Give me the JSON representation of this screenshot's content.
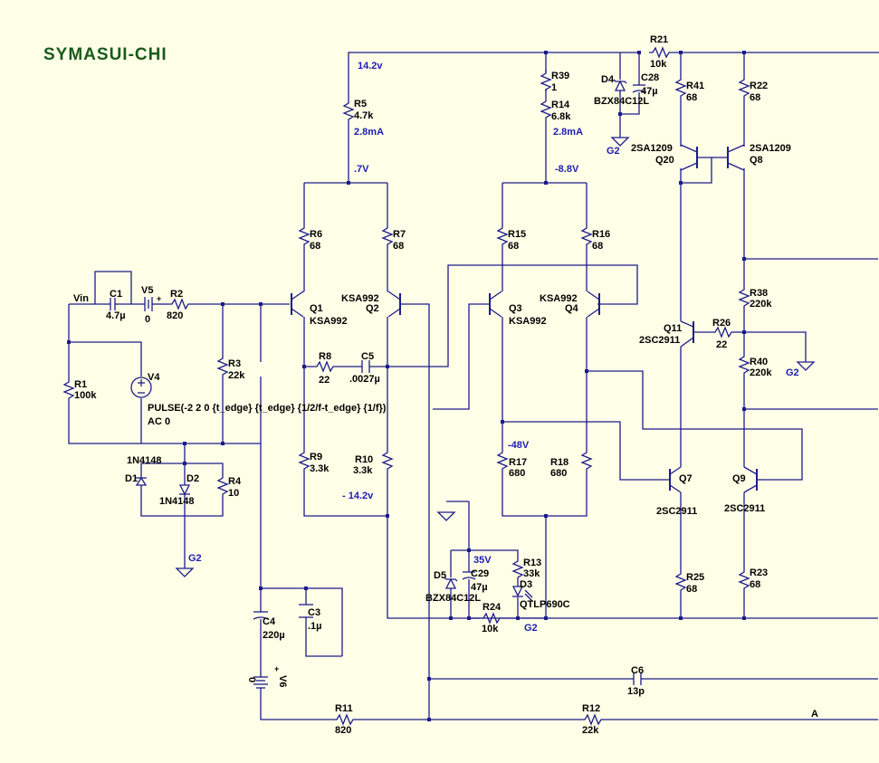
{
  "title": "SYMASUI-CHI",
  "components": {
    "V5": [
      "V5",
      "0"
    ],
    "C1": [
      "C1",
      "4.7µ"
    ],
    "R2": [
      "R2",
      "820"
    ],
    "Vin": "Vin",
    "R1": [
      "R1",
      "100k"
    ],
    "V4": [
      "V4",
      "PULSE(-2 2 0 {t_edge} {t_edge} {1/2/f-t_edge} {1/f})",
      "AC 0"
    ],
    "R3": [
      "R3",
      "22k"
    ],
    "D1": [
      "1N4148",
      "D1"
    ],
    "D2": [
      "D2",
      "1N4148"
    ],
    "R4": [
      "R4",
      "10"
    ],
    "R5": [
      "R5",
      "4.7k"
    ],
    "R6": [
      "R6",
      "68"
    ],
    "R7": [
      "R7",
      "68"
    ],
    "Q1": [
      "Q1",
      "KSA992"
    ],
    "Q2": [
      "KSA992",
      "Q2"
    ],
    "R8": [
      "R8",
      "22"
    ],
    "C5": [
      "C5",
      ".0027µ"
    ],
    "R9": [
      "R9",
      "3.3k"
    ],
    "R10": [
      "R10",
      "3.3k"
    ],
    "R39": [
      "R39",
      "1"
    ],
    "R14": [
      "R14",
      "6.8k"
    ],
    "R15": [
      "R15",
      "68"
    ],
    "R16": [
      "R16",
      "68"
    ],
    "Q3": [
      "Q3",
      "KSA992"
    ],
    "Q4": [
      "KSA992",
      "Q4"
    ],
    "R17": [
      "R17",
      "680"
    ],
    "R18": [
      "R18",
      "680"
    ],
    "D4": [
      "D4",
      "BZX84C12L"
    ],
    "C28": [
      "C28",
      "47µ"
    ],
    "R21": [
      "R21",
      "10k"
    ],
    "R41": [
      "R41",
      "68"
    ],
    "R22": [
      "R22",
      "68"
    ],
    "Q20": [
      "2SA1209",
      "Q20"
    ],
    "Q8": [
      "2SA1209",
      "Q8"
    ],
    "R38": [
      "R38",
      "220k"
    ],
    "R40": [
      "R40",
      "220k"
    ],
    "R26": [
      "R26",
      "22"
    ],
    "Q11": [
      "Q11",
      "2SC2911"
    ],
    "Q7": [
      "Q7",
      "2SC2911"
    ],
    "Q9": [
      "Q9",
      "2SC2911"
    ],
    "R25": [
      "R25",
      "68"
    ],
    "R23": [
      "R23",
      "68"
    ],
    "D5": [
      "D5",
      "BZX84C12L"
    ],
    "C29": [
      "C29",
      "47µ"
    ],
    "R13": [
      "R13",
      "33k"
    ],
    "D3": [
      "D3",
      "QTLP690C"
    ],
    "R24": [
      "R24",
      "10k"
    ],
    "C4": [
      "C4",
      "220µ"
    ],
    "C3": [
      "C3",
      ".1µ"
    ],
    "V6": [
      "V6",
      "0"
    ],
    "R11": [
      "R11",
      "820"
    ],
    "R12": [
      "R12",
      "22k"
    ],
    "C6": [
      "C6",
      "13p"
    ]
  },
  "nets": {
    "v_14_2": "14.2v",
    "i_2_8a": "2.8mA",
    "v_0_7": ".7V",
    "i_2_8b": "2.8mA",
    "v_m8_8": "-8.8V",
    "v_m48": "-48V",
    "v_m14_2": "- 14.2v",
    "v_35": "35V",
    "g2_a": "G2",
    "g2_b": "G2",
    "g2_c": "G2",
    "g2_d": "G2",
    "node_a": "A"
  },
  "colors": {
    "background": "#ffffe8",
    "wire": "#1c1c8c",
    "net_label": "#1c1cb4",
    "title": "#1a5a1a"
  }
}
